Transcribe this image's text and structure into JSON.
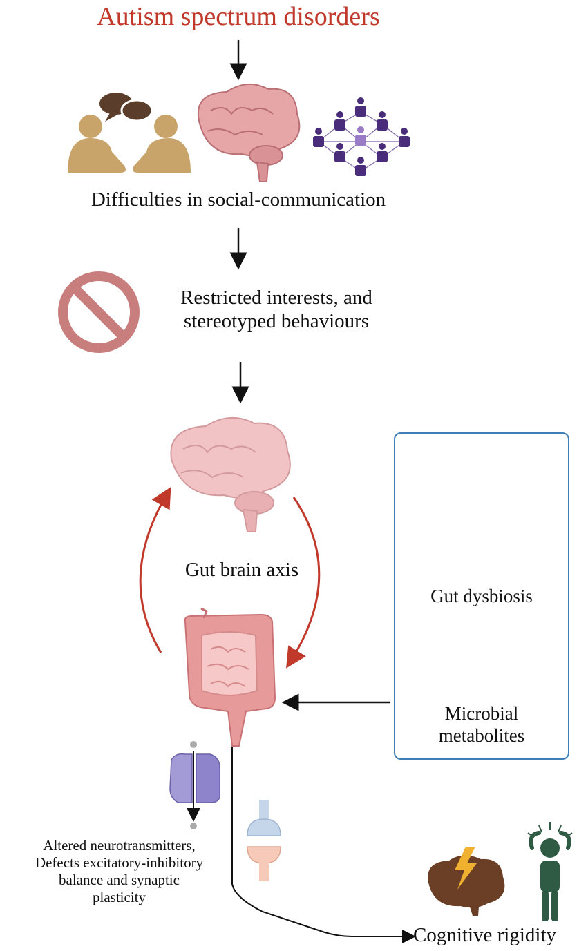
{
  "title": "Autism spectrum disorders",
  "step1": "Difficulties in social-communication",
  "step2_line1": "Restricted interests, and",
  "step2_line2": "stereotyped behaviours",
  "axis_label": "Gut brain axis",
  "panel": {
    "dysbiosis": "Gut dysbiosis",
    "metabolites_line1": "Microbial",
    "metabolites_line2": "metabolites"
  },
  "neuro_lines": [
    "Altered neurotransmitters,",
    "Defects excitatory-inhibitory",
    "balance and synaptic",
    "plasticity"
  ],
  "outcome": "Cognitive rigidity",
  "colors": {
    "title": "#c0392b",
    "arrow_red": "#c0392b",
    "panel_border": "#3f7fb5",
    "people_tan": "#c9a46a",
    "network_purple": "#5b3b8c",
    "no_sign": "#c97e7e",
    "brain_pink": "#e9b7b9",
    "gut_pink": "#e79a9a",
    "cognitive_brown": "#6b3f26",
    "stressed_green": "#2f5a44"
  },
  "icons": [
    "conversation-icon",
    "brain-icon",
    "social-network-icon",
    "prohibition-icon",
    "brain-icon",
    "gut-icon",
    "bacteria-icon",
    "metabolite-icon",
    "ion-channel-icon",
    "synapse-icon",
    "lightning-brain-icon",
    "stressed-person-icon"
  ]
}
